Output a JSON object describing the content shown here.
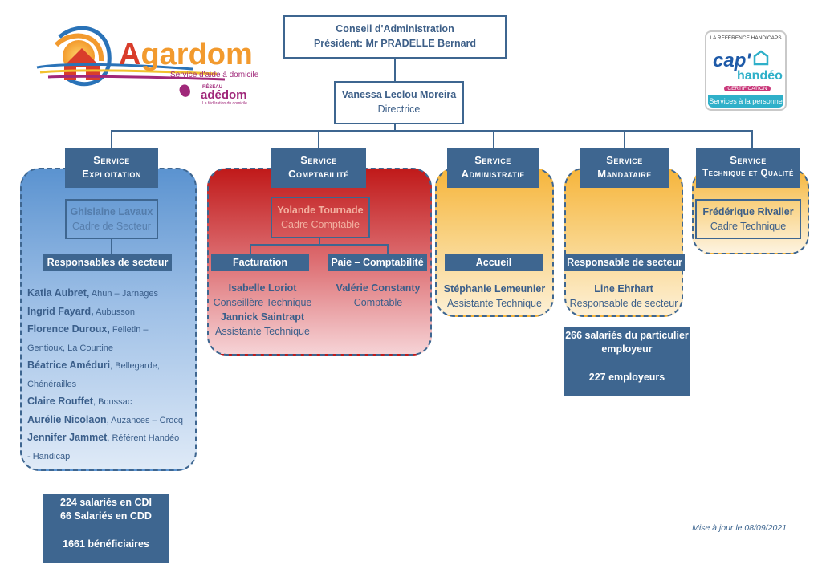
{
  "logo": {
    "brand_prefix": "A",
    "brand_rest": "gardom",
    "tagline": "Service d'aide à domicile",
    "network_label": "RÉSEAU",
    "network_name": "adédom",
    "network_sub": "La fédération du domicile",
    "colors": {
      "orange": "#f29a2e",
      "blue": "#2a73b8",
      "purple": "#a0287a",
      "red": "#d93d2b"
    }
  },
  "handeo": {
    "top": "LA RÉFÉRENCE HANDICAPS",
    "cap": "cap'",
    "name": "handéo",
    "cert": "CERTIFICATION",
    "services": "Services à la personne"
  },
  "board": {
    "line1": "Conseil d'Administration",
    "line2": "Président: Mr PRADELLE Bernard"
  },
  "director": {
    "name": "Vanessa Leclou Moreira",
    "role": "Directrice"
  },
  "services": {
    "exploitation": {
      "title1": "Service",
      "title2": "Exploitation",
      "head_name": "Ghislaine Lavaux",
      "head_role": "Cadre de Secteur",
      "bar": "Responsables de secteur",
      "people": [
        {
          "name": "Katia Aubret,",
          "loc": " Ahun – Jarnages"
        },
        {
          "name": "Ingrid Fayard,",
          "loc": " Aubusson"
        },
        {
          "name": "Florence Duroux,",
          "loc": " Felletin –"
        },
        {
          "name": "",
          "loc": "Gentioux, La Courtine"
        },
        {
          "name": "Béatrice Améduri",
          "loc": ", Bellegarde,"
        },
        {
          "name": "",
          "loc": "Chénérailles"
        },
        {
          "name": "Claire Rouffet",
          "loc": ", Boussac"
        },
        {
          "name": "Aurélie Nicolaon",
          "loc": ", Auzances – Crocq"
        },
        {
          "name": "Jennifer Jammet",
          "loc": ", Référent Handéo"
        },
        {
          "name": "",
          "loc": "- Handicap"
        }
      ]
    },
    "comptabilite": {
      "title1": "Service",
      "title2": "Comptabilité",
      "head_name": "Yolande Tournade",
      "head_role": "Cadre Comptable",
      "bar_left": "Facturation",
      "bar_right": "Paie – Comptabilité",
      "left_p1_name": "Isabelle Loriot",
      "left_p1_role": "Conseillère Technique",
      "left_p2_name": "Jannick Saintrapt",
      "left_p2_role": "Assistante Technique",
      "right_name": "Valérie Constanty",
      "right_role": "Comptable"
    },
    "administratif": {
      "title1": "Service",
      "title2": "Administratif",
      "bar": "Accueil",
      "name": "Stéphanie Lemeunier",
      "role": "Assistante Technique"
    },
    "mandataire": {
      "title1": "Service",
      "title2": "Mandataire",
      "bar": "Responsable de secteur",
      "name": "Line Ehrhart",
      "role": "Responsable de secteur"
    },
    "technique": {
      "title1": "Service",
      "title2": "Technique et Qualité",
      "name": "Frédérique Rivalier",
      "role": "Cadre Technique"
    }
  },
  "stats_left": {
    "line1": "224 salariés en CDI",
    "line2": "66 Salariés en CDD",
    "line3": "1661 bénéficiaires"
  },
  "stats_mandataire": {
    "line1": "266 salariés du particulier",
    "line2": "employeur",
    "line3": "227 employeurs"
  },
  "footer": {
    "updated": "Mise à jour le 08/09/2021"
  }
}
